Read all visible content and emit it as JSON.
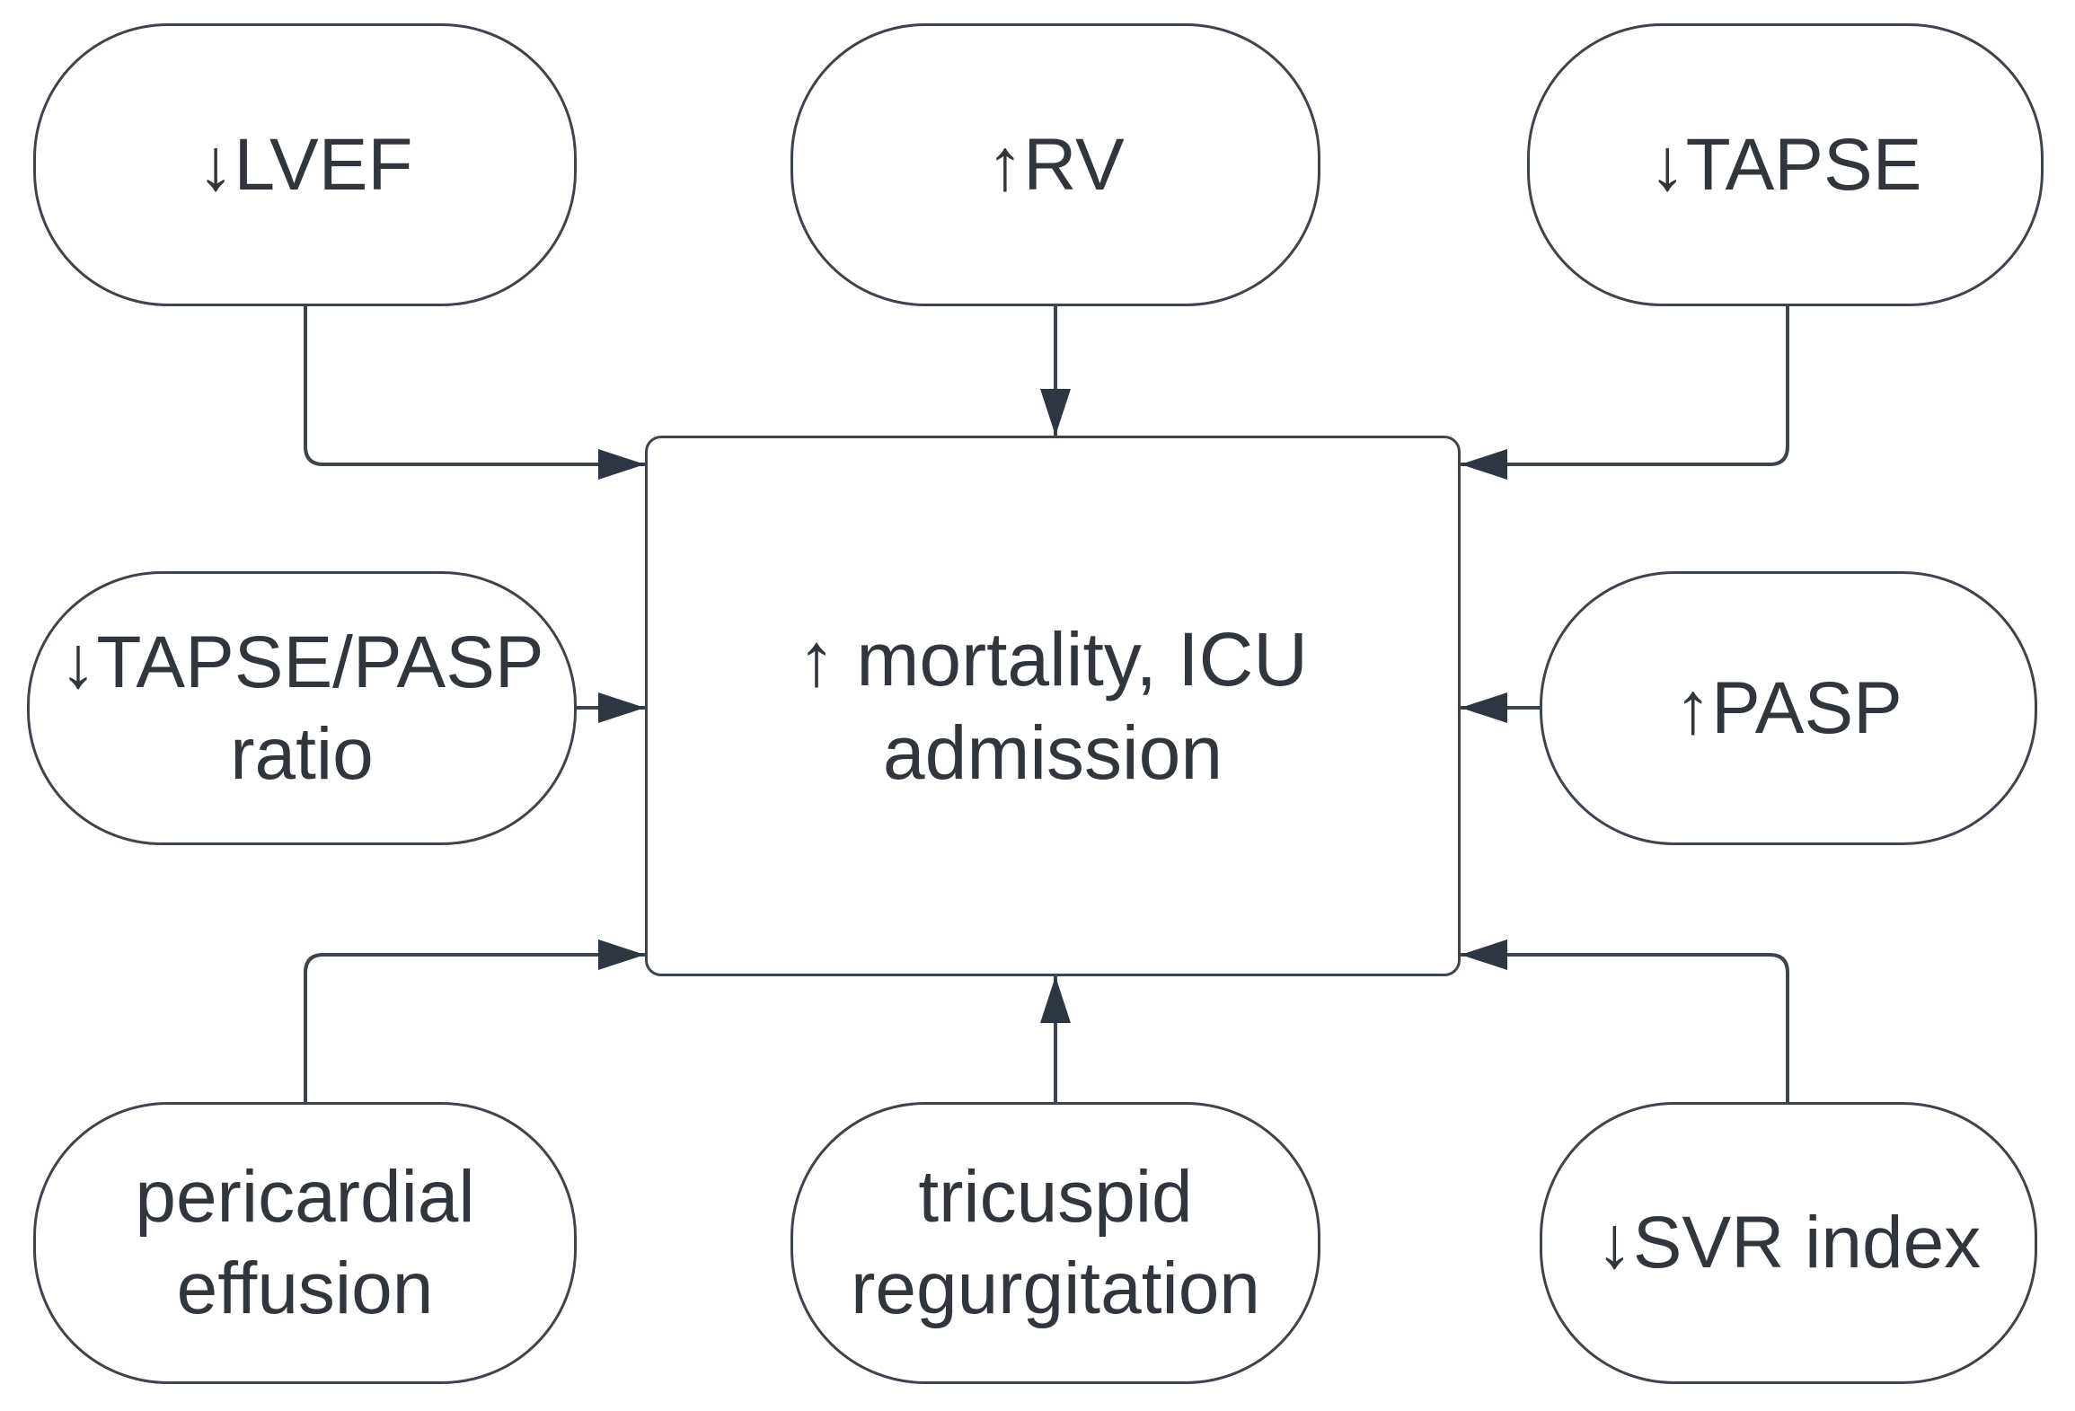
{
  "diagram": {
    "type": "flowchart",
    "description": "Echocardiographic findings pointing to increased mortality and ICU admission"
  },
  "colors": {
    "stroke": "#3e444d",
    "arrow": "#2d3642",
    "text": "#31363c",
    "background": "#ffffff",
    "node-fill": "#ffffff"
  },
  "nodes": {
    "lvef": {
      "lines": [
        "↓LVEF"
      ]
    },
    "rv": {
      "lines": [
        "↑RV"
      ]
    },
    "tapse": {
      "lines": [
        "↓TAPSE"
      ]
    },
    "tapse_pasp": {
      "lines": [
        "↓TAPSE/PASP",
        "ratio"
      ]
    },
    "center": {
      "lines": [
        "↑ mortality, ICU",
        "admission"
      ]
    },
    "pasp": {
      "lines": [
        "↑PASP"
      ]
    },
    "pericardial": {
      "lines": [
        "pericardial",
        "effusion"
      ]
    },
    "tricuspid": {
      "lines": [
        "tricuspid",
        "regurgitation"
      ]
    },
    "svr": {
      "lines": [
        "↓SVR index"
      ]
    }
  },
  "edges": [
    {
      "from": "lvef",
      "to": "center",
      "route": "down-then-right"
    },
    {
      "from": "rv",
      "to": "center",
      "route": "straight-down"
    },
    {
      "from": "tapse",
      "to": "center",
      "route": "down-then-left"
    },
    {
      "from": "tapse_pasp",
      "to": "center",
      "route": "straight-right"
    },
    {
      "from": "pasp",
      "to": "center",
      "route": "straight-left"
    },
    {
      "from": "pericardial",
      "to": "center",
      "route": "up-then-right"
    },
    {
      "from": "tricuspid",
      "to": "center",
      "route": "straight-up"
    },
    {
      "from": "svr",
      "to": "center",
      "route": "up-then-left"
    }
  ]
}
